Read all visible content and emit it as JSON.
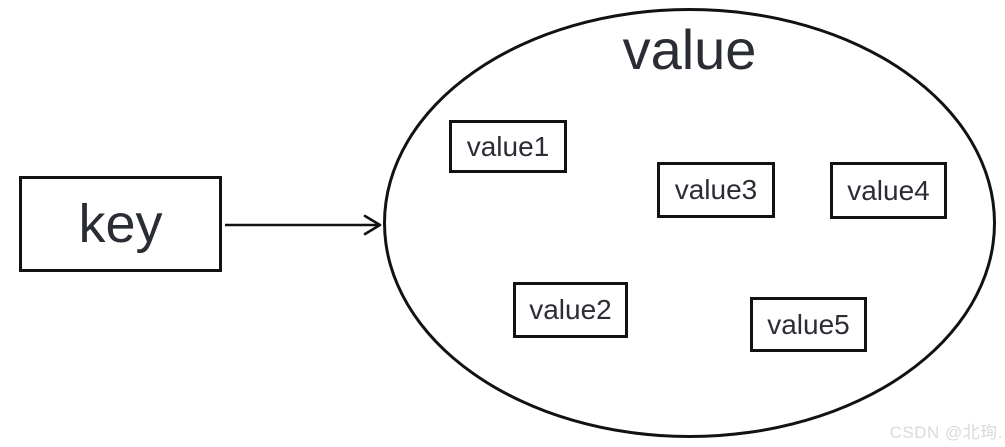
{
  "diagram": {
    "key_box": {
      "label": "key"
    },
    "ellipse": {
      "title": "value"
    },
    "value_boxes": [
      {
        "label": "value1"
      },
      {
        "label": "value2"
      },
      {
        "label": "value3"
      },
      {
        "label": "value4"
      },
      {
        "label": "value5"
      }
    ],
    "colors": {
      "stroke": "#121212",
      "text": "#2b2d35",
      "background": "#ffffff",
      "watermark": "#dadada"
    }
  },
  "watermark": {
    "text": "CSDN @北珣."
  }
}
